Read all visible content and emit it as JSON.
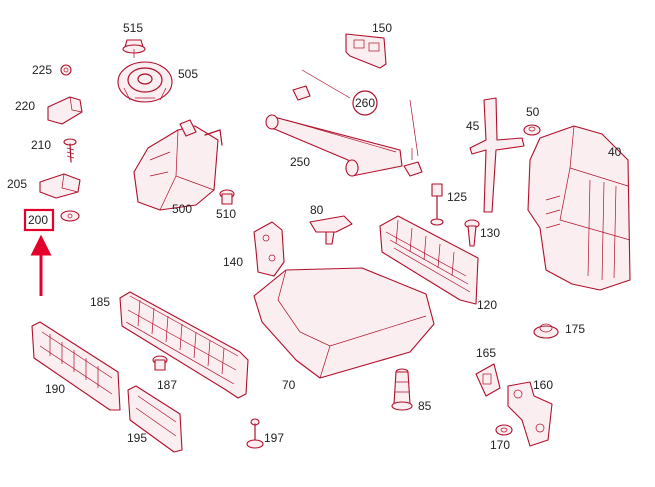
{
  "diagram": {
    "highlight_color": "#e3002a",
    "line_color": "#b0102a",
    "labels": {
      "p515": "515",
      "p505": "505",
      "p225": "225",
      "p220": "220",
      "p210": "210",
      "p205": "205",
      "p200": "200",
      "p500": "500",
      "p510": "510",
      "p150": "150",
      "p260": "260",
      "p250": "250",
      "p45": "45",
      "p50": "50",
      "p40": "40",
      "p125": "125",
      "p80": "80",
      "p140": "140",
      "p130": "130",
      "p120": "120",
      "p185": "185",
      "p175": "175",
      "p187": "187",
      "p190": "190",
      "p70": "70",
      "p165": "165",
      "p160": "160",
      "p85": "85",
      "p195": "195",
      "p197": "197",
      "p170": "170"
    }
  }
}
